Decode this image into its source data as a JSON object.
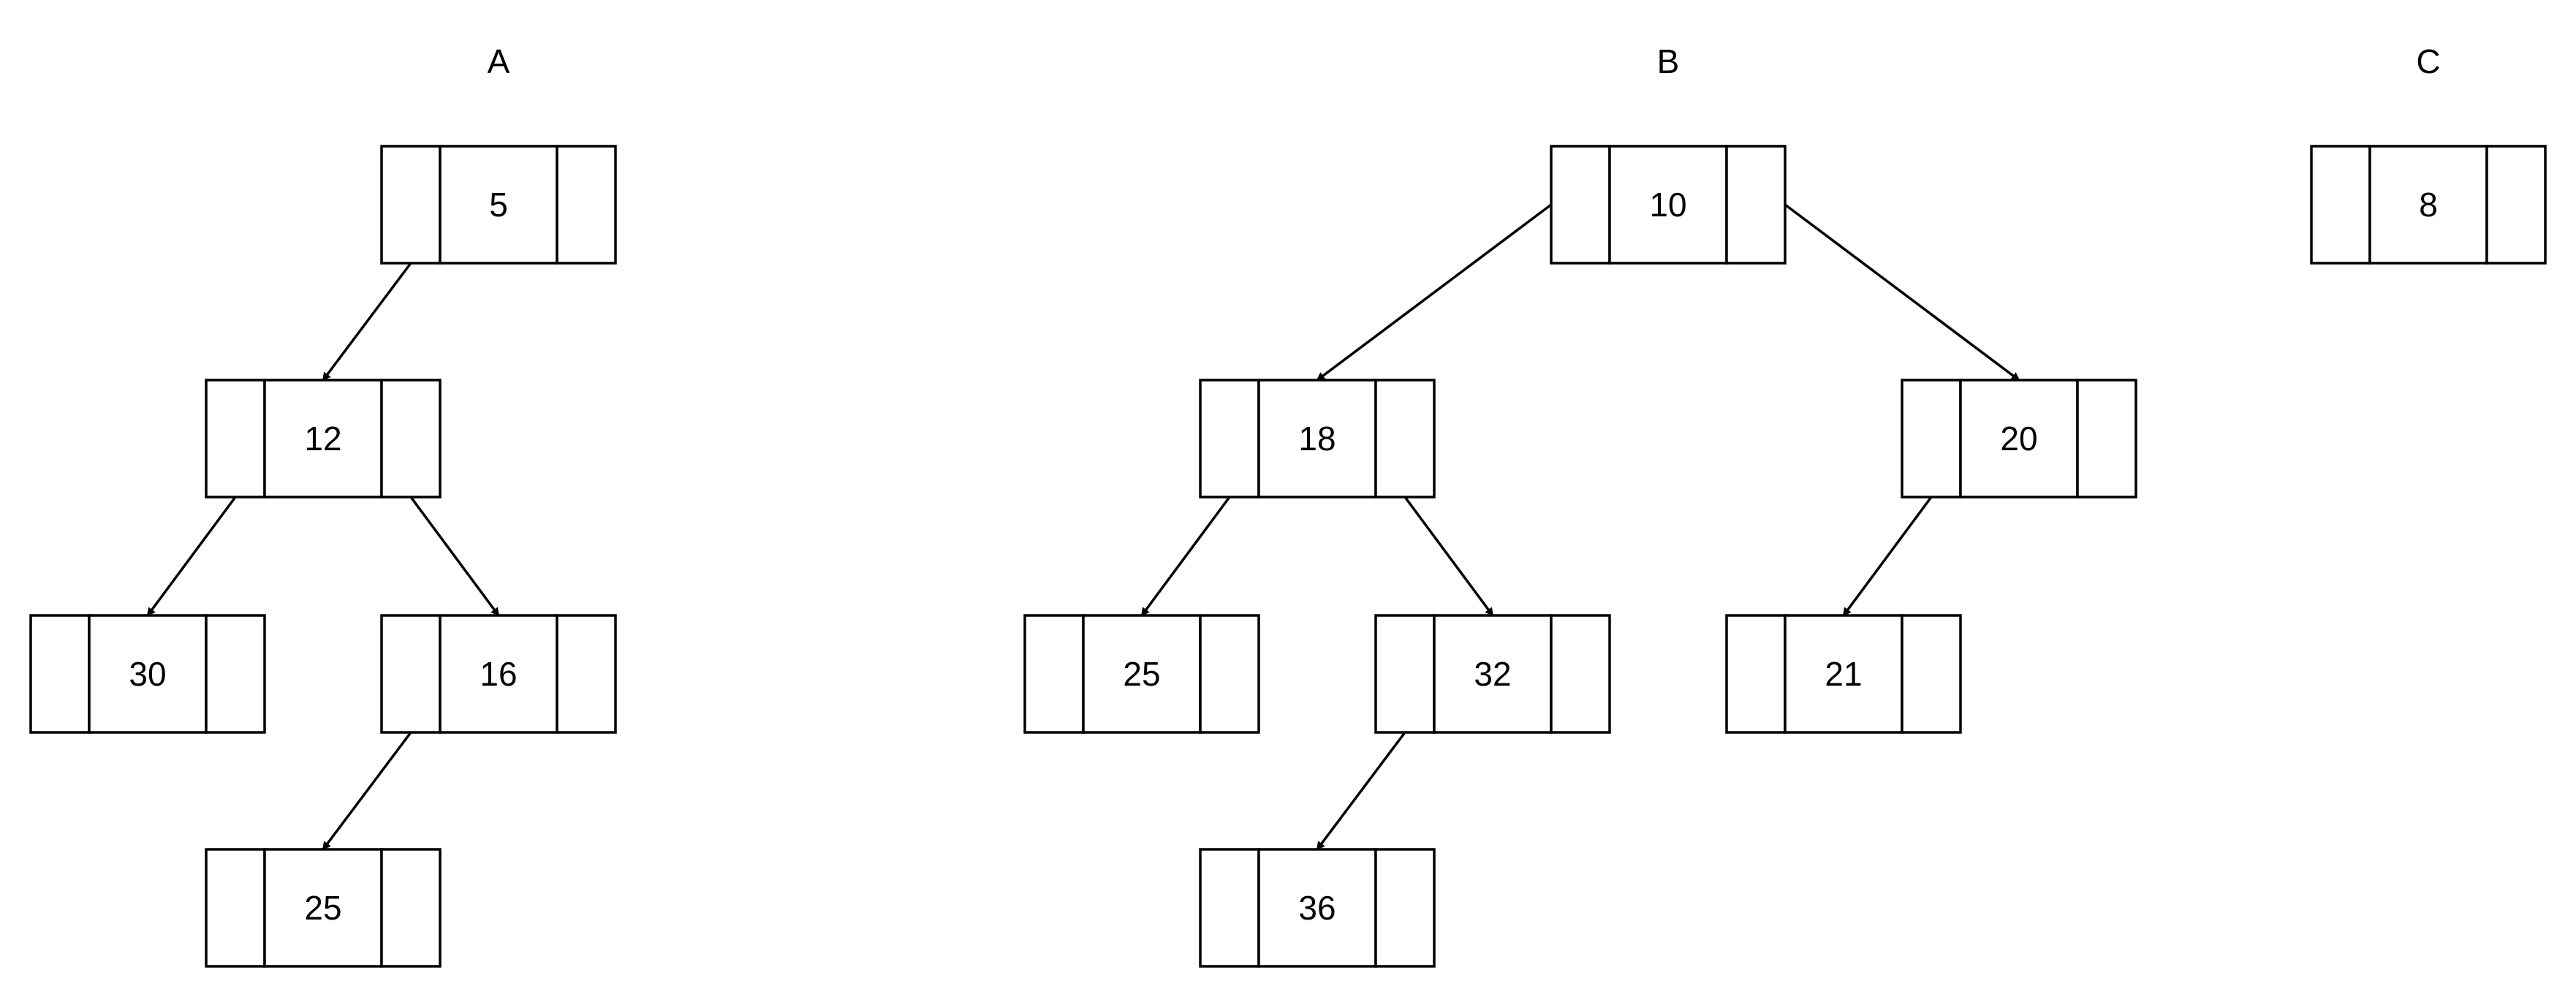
{
  "trees": [
    {
      "label": "A",
      "nodes": [
        {
          "id": "a5",
          "key": "5"
        },
        {
          "id": "a12",
          "key": "12"
        },
        {
          "id": "a30",
          "key": "30"
        },
        {
          "id": "a16",
          "key": "16"
        },
        {
          "id": "a25",
          "key": "25"
        }
      ],
      "edges": [
        [
          "a5",
          "a12"
        ],
        [
          "a12",
          "a30"
        ],
        [
          "a12",
          "a16"
        ],
        [
          "a16",
          "a25"
        ]
      ]
    },
    {
      "label": "B",
      "nodes": [
        {
          "id": "b10",
          "key": "10"
        },
        {
          "id": "b18",
          "key": "18"
        },
        {
          "id": "b20",
          "key": "20"
        },
        {
          "id": "b25",
          "key": "25"
        },
        {
          "id": "b32",
          "key": "32"
        },
        {
          "id": "b21",
          "key": "21"
        },
        {
          "id": "b36",
          "key": "36"
        }
      ],
      "edges": [
        [
          "b10",
          "b18"
        ],
        [
          "b10",
          "b20"
        ],
        [
          "b18",
          "b25"
        ],
        [
          "b18",
          "b32"
        ],
        [
          "b20",
          "b21"
        ],
        [
          "b32",
          "b36"
        ]
      ]
    },
    {
      "label": "C",
      "nodes": [
        {
          "id": "c8",
          "key": "8"
        }
      ],
      "edges": []
    }
  ]
}
